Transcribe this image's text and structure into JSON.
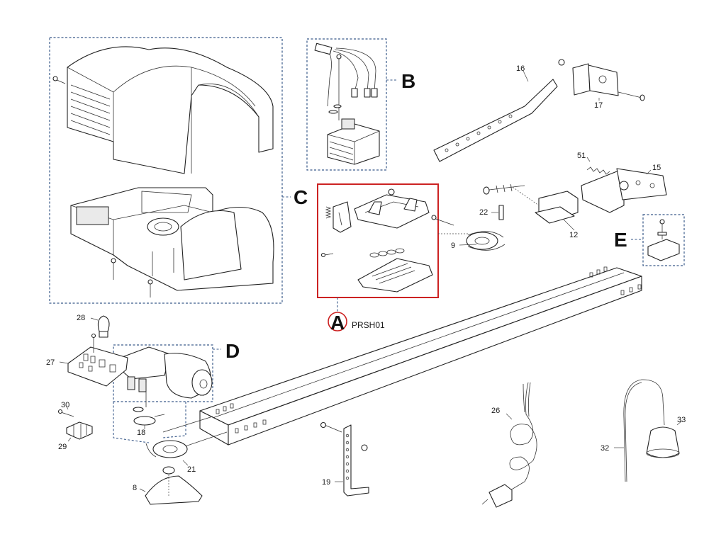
{
  "callouts": {
    "A": "A",
    "B": "B",
    "C": "C",
    "D": "D",
    "E": "E"
  },
  "kit_code": "PRSH01",
  "part_numbers": {
    "p8": "8",
    "p9": "9",
    "p12": "12",
    "p15": "15",
    "p16": "16",
    "p17": "17",
    "p18": "18",
    "p19": "19",
    "p21": "21",
    "p22": "22",
    "p26": "26",
    "p27": "27",
    "p28": "28",
    "p29": "29",
    "p30": "30",
    "p32": "32",
    "p33": "33",
    "p51": "51"
  },
  "colors": {
    "highlight": "#cc2222",
    "group_box": "#3a5a8a",
    "line_art": "#222222"
  }
}
